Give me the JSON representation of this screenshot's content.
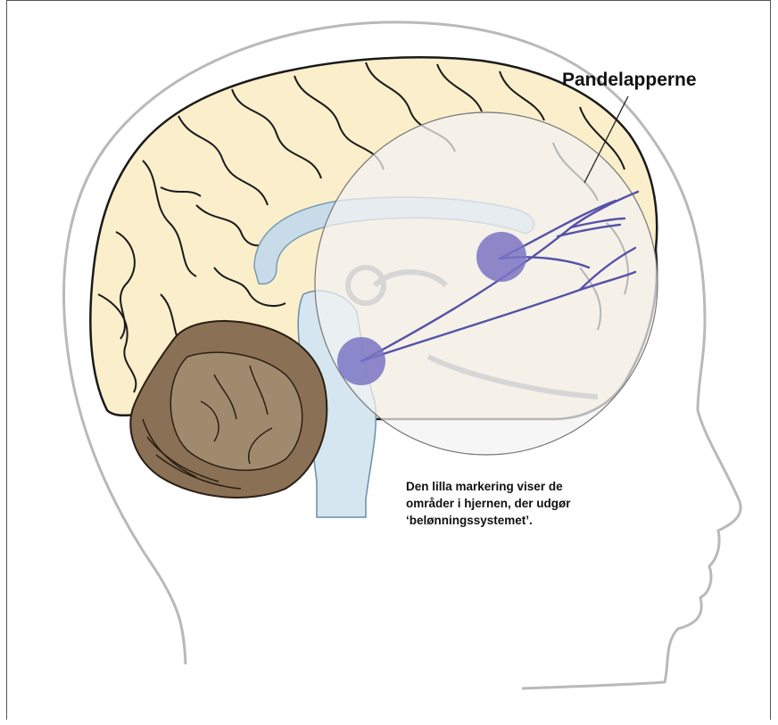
{
  "labels": {
    "frontal_lobes": "Pandelapperne"
  },
  "caption": {
    "line1": "Den lilla markering viser de",
    "line2": "områder i hjernen, der udgør",
    "line3": "‘belønningssystemet’."
  },
  "colors": {
    "cortex": "#fbeecb",
    "cortex_outline": "#1a1a1a",
    "cerebellum": "#8a7055",
    "cerebellum_dark": "#5a4330",
    "brainstem": "#d5e6f0",
    "corpus_callosum": "#c7dbe8",
    "reward_pathway": "#5552a8",
    "reward_node": "#7a74c4",
    "head_outline": "#b8b8b8",
    "magnifier_fill": "#f3f3f3"
  }
}
